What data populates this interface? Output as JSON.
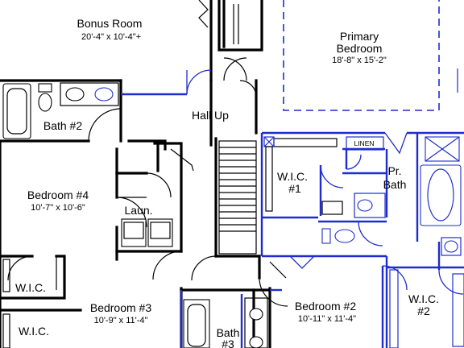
{
  "rooms": {
    "bonus": {
      "name": "Bonus Room",
      "dims": "20'-4\" x 10'-4\"+"
    },
    "primary": {
      "name_line1": "Primary",
      "name_line2": "Bedroom",
      "dims": "18'-8\" x 15'-2\""
    },
    "hall": {
      "name": "Hall Up"
    },
    "bath2": {
      "name": "Bath #2"
    },
    "bedroom4": {
      "name": "Bedroom #4",
      "dims": "10'-7\" x 10'-6\""
    },
    "laundry": {
      "name": "Laun."
    },
    "wic_primary": {
      "name_line1": "W.I.C.",
      "name_line2": "#1"
    },
    "linen": {
      "name": "LINEN"
    },
    "pr_bath": {
      "name_line1": "Pr.",
      "name_line2": "Bath"
    },
    "wic_left1": {
      "name": "W.I.C."
    },
    "wic_left2": {
      "name": "W.I.C."
    },
    "bedroom3": {
      "name": "Bedroom #3",
      "dims": "10'-9\" x 11'-4\""
    },
    "bath3": {
      "name_line1": "Bath",
      "name_line2": "#3"
    },
    "bedroom2": {
      "name": "Bedroom #2",
      "dims": "10'-11\" x 11'-4\""
    },
    "wic2": {
      "name_line1": "W.I.C.",
      "name_line2": "#2"
    }
  },
  "colors": {
    "walls": "#000000",
    "primary_suite": "#1f2ccf",
    "background": "#ffffff"
  }
}
